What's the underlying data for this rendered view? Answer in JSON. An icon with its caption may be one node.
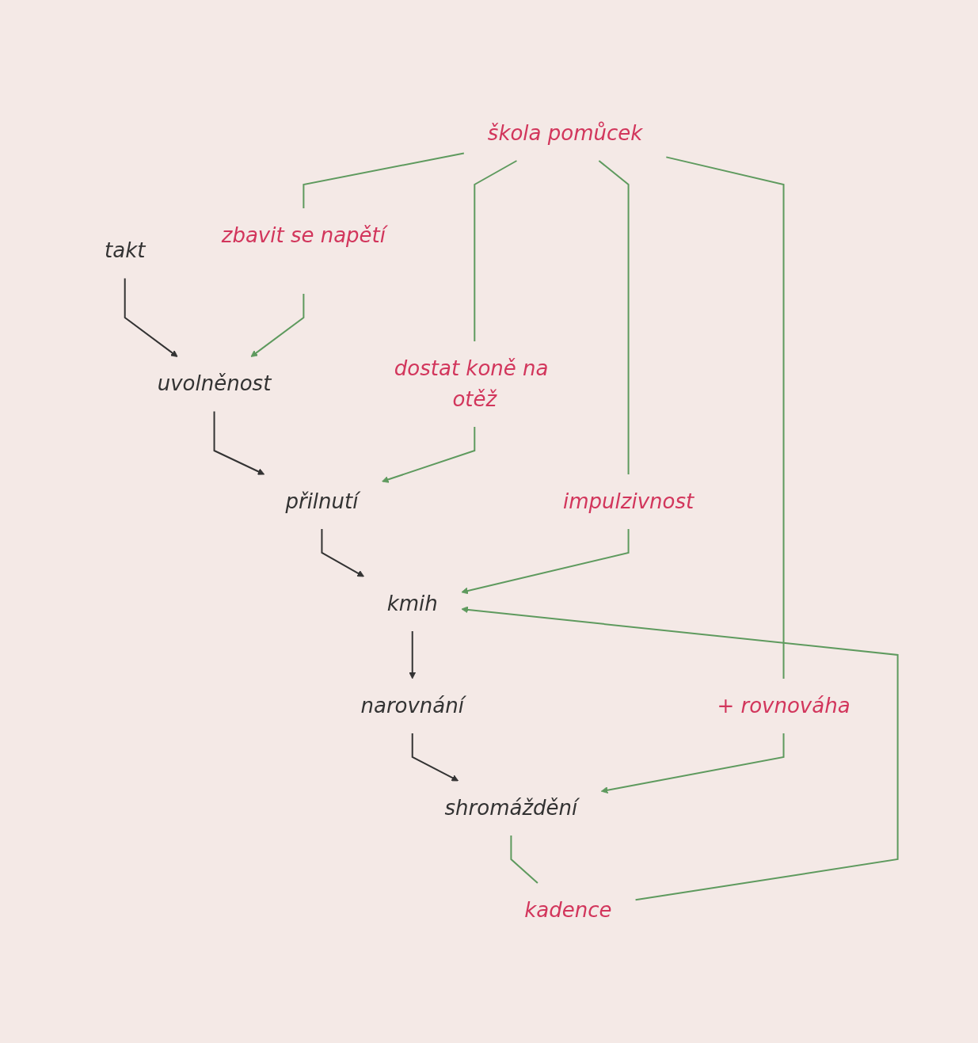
{
  "diagram": {
    "nodes": [
      {
        "text": [
          "škola pomůcek"
        ]
      },
      {
        "text": [
          "zbavit se napětí"
        ]
      },
      {
        "text": [
          "takt"
        ]
      },
      {
        "text": [
          "uvolněnost"
        ]
      },
      {
        "text": [
          "dostat koně na otěž"
        ]
      },
      {
        "text": [
          "přilnutí"
        ]
      },
      {
        "text": [
          "impulzivnost"
        ]
      },
      {
        "text": [
          "kmih"
        ]
      },
      {
        "text": [
          "narovnání"
        ]
      },
      {
        "text": [
          "+ rovnováha"
        ]
      },
      {
        "text": [
          "kadence"
        ]
      },
      {
        "text": [
          "shromáždění"
        ]
      }
    ],
    "edges": [
      {
        "from": 0,
        "to": 1,
        "arrow": "none"
      },
      {
        "from": 0,
        "to": 4,
        "arrow": "none"
      },
      {
        "from": 0,
        "to": 6,
        "arrow": "none"
      },
      {
        "from": 0,
        "to": 9,
        "arrow": "none"
      },
      {
        "from": 2,
        "to": 3,
        "arrow": "to",
        "color": "#333333"
      },
      {
        "from": 1,
        "to": 3,
        "arrow": "to"
      },
      {
        "from": 3,
        "to": 5,
        "arrow": "to",
        "color": "#333333"
      },
      {
        "from": 4,
        "to": 5,
        "arrow": "to"
      },
      {
        "from": 5,
        "to": 7,
        "arrow": "to",
        "color": "#333333"
      },
      {
        "from": 6,
        "to": 7,
        "arrow": "to"
      },
      {
        "from": 7,
        "to": 8,
        "arrow": "to",
        "color": "#333333"
      },
      {
        "from": 8,
        "to": 11,
        "arrow": "to",
        "color": "#333333"
      },
      {
        "from": 11,
        "to": 10,
        "arrow": "none"
      },
      {
        "from": 10,
        "to": 7,
        "arrow": "to"
      },
      {
        "from": 9,
        "to": 11,
        "arrow": "to"
      }
    ]
  }
}
